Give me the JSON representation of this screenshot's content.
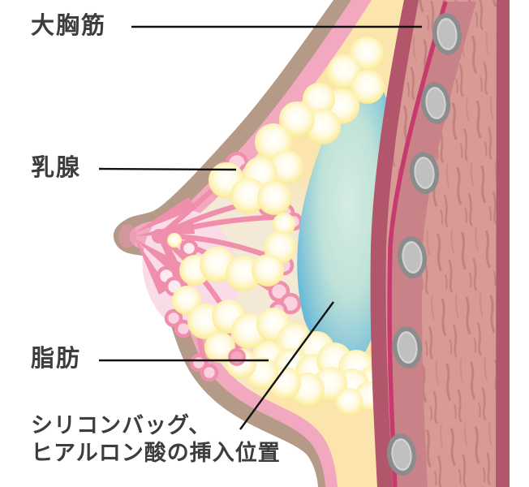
{
  "diagram": {
    "labels": {
      "pectoralis_major": "大胸筋",
      "mammary_gland": "乳腺",
      "fat": "脂肪",
      "implant_line1": "シリコンバッグ、",
      "implant_line2": "ヒアルロン酸の挿入位置"
    },
    "colors": {
      "label_text": "#3d3d3d",
      "leader_line": "#111111",
      "skin_outline": "#b49a87",
      "skin": "#f2a9bf",
      "fat_region": "#fce5ad",
      "fat_region_pale": "#f3e9d6",
      "fat_globule_edge": "#f6e074",
      "fat_globule_core": "#ffffff",
      "mammary_gland_outline": "#ef8fac",
      "mammary_gland_fill": "#fbd2e0",
      "implant_edge": "#2f9fd2",
      "implant_center": "#d6ece2",
      "muscle": "#d89a95",
      "muscle_streak": "#c07d79",
      "muscle_inner_band": "#ca8289",
      "muscle_border": "#b2566b",
      "muscle_accent_line": "#c73a6e",
      "rib_ring": "#8c8c8c",
      "rib_fill": "#c0c0c0"
    }
  }
}
